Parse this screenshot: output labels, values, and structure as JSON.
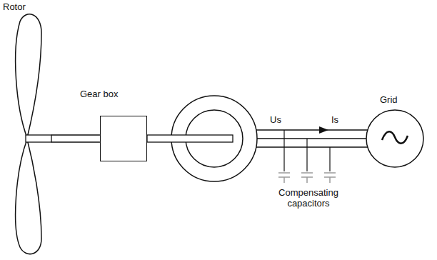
{
  "diagram": {
    "nodes": [
      {
        "text": [
          "Rotor"
        ]
      },
      {
        "text": [
          "Gear box"
        ]
      },
      {
        "text": [
          "Grid"
        ]
      }
    ],
    "edges": [
      {
        "from": 0,
        "to": 1,
        "arrow": "none"
      }
    ],
    "labels": [
      "Us",
      "Is",
      "Compensating capacitors"
    ]
  }
}
